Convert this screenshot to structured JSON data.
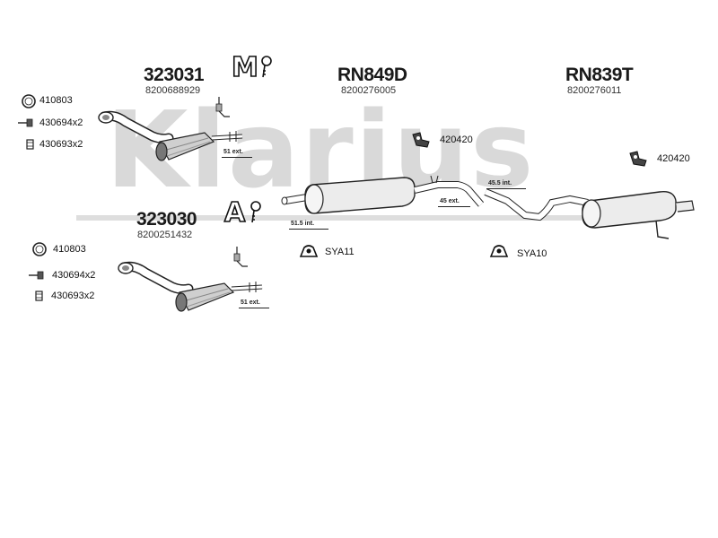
{
  "watermark": "Klarius",
  "parts": {
    "cat1": {
      "number": "323031",
      "oe": "8200688929"
    },
    "cat2": {
      "number": "323030",
      "oe": "8200251432"
    },
    "middle": {
      "number": "RN849D",
      "oe": "8200276005"
    },
    "rear": {
      "number": "RN839T",
      "oe": "8200276011"
    }
  },
  "fitting_sets": {
    "upper": [
      {
        "icon": "ring-gasket-icon",
        "label": "410803"
      },
      {
        "icon": "bolt-icon",
        "label": "430694x2"
      },
      {
        "icon": "nut-icon",
        "label": "430693x2"
      }
    ],
    "lower": [
      {
        "icon": "ring-gasket-icon",
        "label": "410803"
      },
      {
        "icon": "bolt-icon",
        "label": "430694x2"
      },
      {
        "icon": "nut-icon",
        "label": "430693x2"
      }
    ]
  },
  "mounts": {
    "hanger_mid": "420420",
    "hanger_rear": "420420",
    "rubber_mid": "SYA11",
    "rubber_rear": "SYA10"
  },
  "dimensions": {
    "cat1_outlet": "51 ext.",
    "cat2_outlet": "51 ext.",
    "middle_inlet": "51.5 int.",
    "middle_outlet": "45 ext.",
    "rear_inlet": "45.5 int."
  },
  "model_badges": {
    "upper": "M",
    "lower": "A"
  },
  "colors": {
    "line": "#1a1a1a",
    "watermark": "#d9d9d9"
  }
}
